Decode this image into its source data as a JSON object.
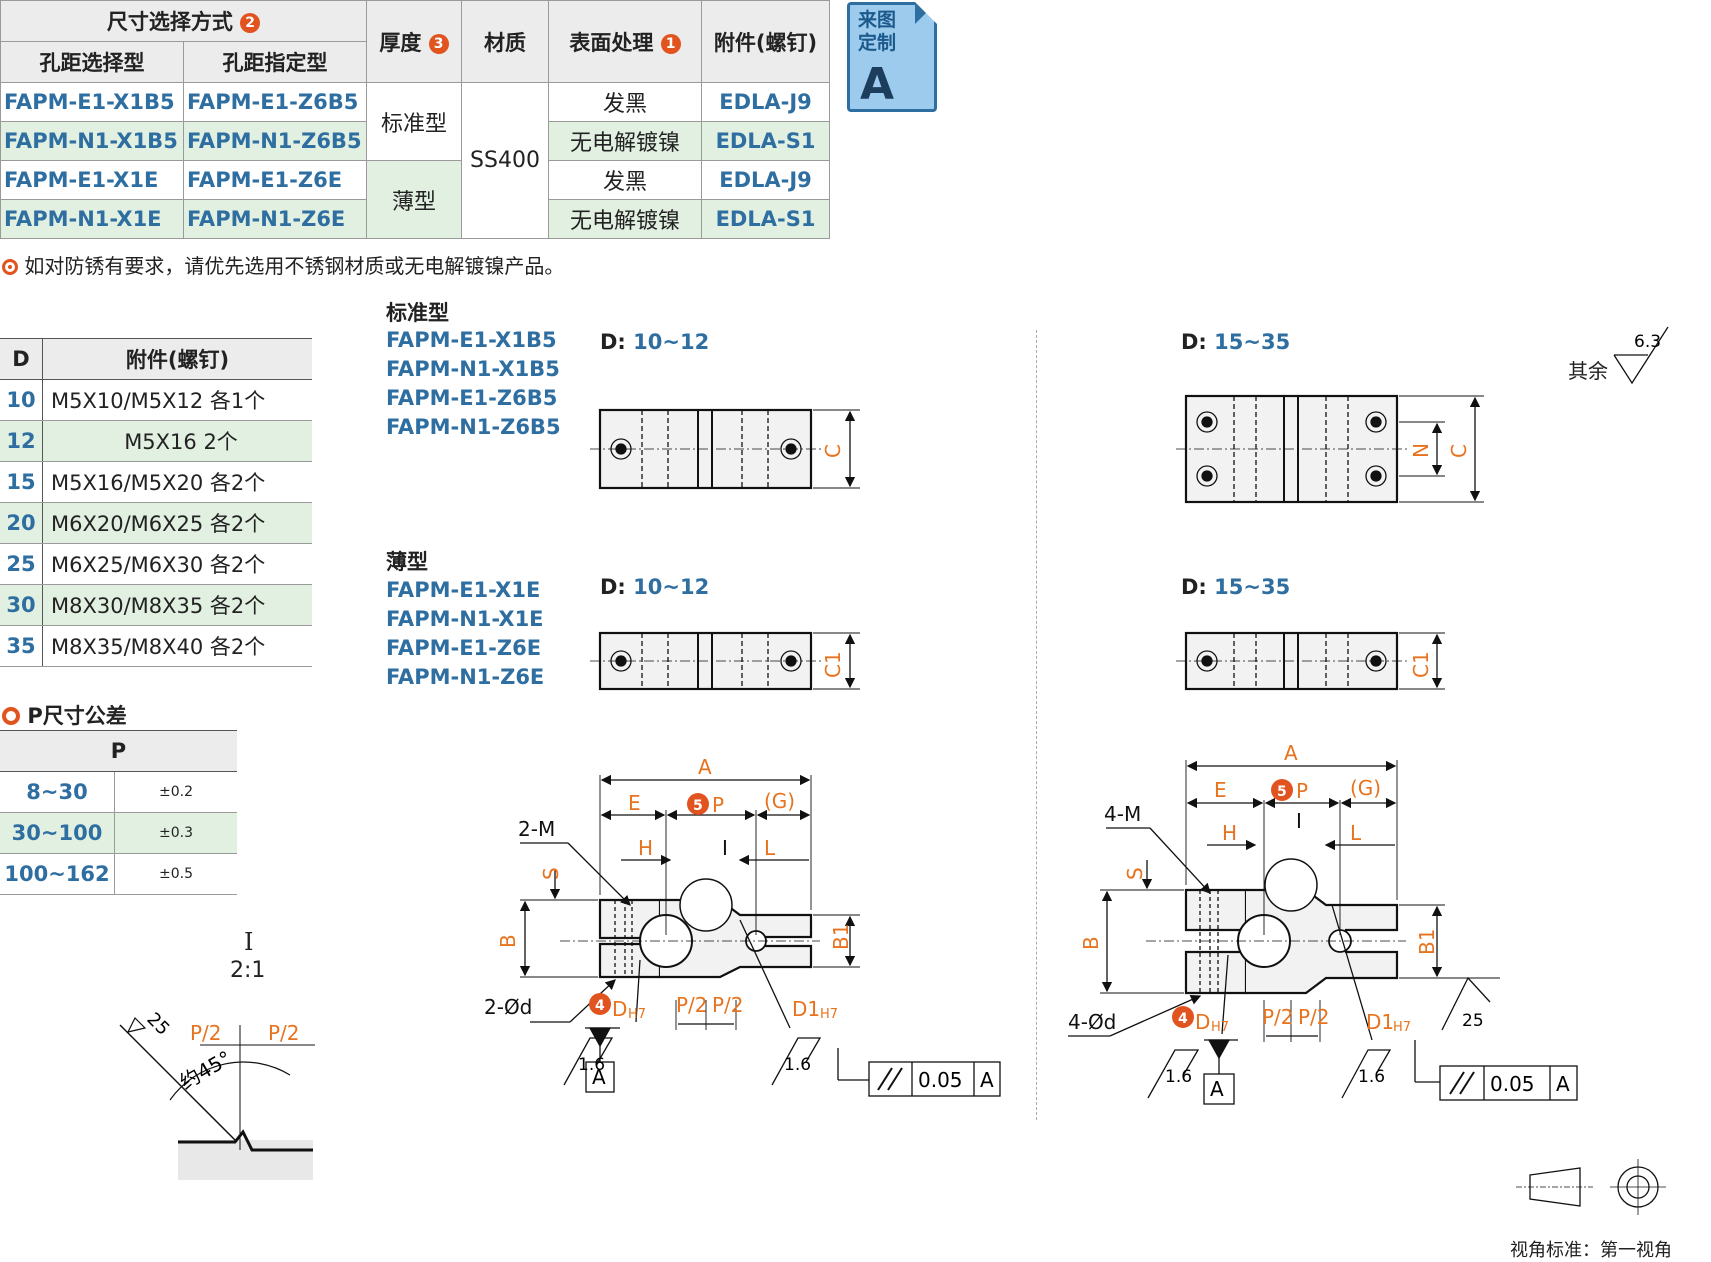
{
  "spec_table": {
    "header": {
      "size_method": "尺寸选择方式",
      "size_method_badge": "2",
      "hole_select": "孔距选择型",
      "hole_specify": "孔距指定型",
      "thickness": "厚度",
      "thickness_badge": "3",
      "material": "材质",
      "surface": "表面处理",
      "surface_badge": "1",
      "attachment": "附件(螺钉)"
    },
    "rows": [
      {
        "select": "FAPM-E1-X1B5",
        "specify": "FAPM-E1-Z6B5",
        "surface": "发黑",
        "attachment": "EDLA-J9"
      },
      {
        "select": "FAPM-N1-X1B5",
        "specify": "FAPM-N1-Z6B5",
        "surface": "无电解镀镍",
        "attachment": "EDLA-S1"
      },
      {
        "select": "FAPM-E1-X1E",
        "specify": "FAPM-E1-Z6E",
        "surface": "发黑",
        "attachment": "EDLA-J9"
      },
      {
        "select": "FAPM-N1-X1E",
        "specify": "FAPM-N1-Z6E",
        "surface": "无电解镀镍",
        "attachment": "EDLA-S1"
      }
    ],
    "thickness_standard": "标准型",
    "thickness_thin": "薄型",
    "material_value": "SS400"
  },
  "custom_badge": {
    "line1": "来图",
    "line2": "定制",
    "letter": "A"
  },
  "rust_note": "如对防锈有要求，请优先选用不锈钢材质或无电解镀镍产品。",
  "screw_table": {
    "col_d": "D",
    "col_att": "附件(螺钉)",
    "rows": [
      {
        "d": "10",
        "v": "M5X10/M5X12   各1个"
      },
      {
        "d": "12",
        "v": "M5X16   2个"
      },
      {
        "d": "15",
        "v": "M5X16/M5X20   各2个"
      },
      {
        "d": "20",
        "v": "M6X20/M6X25   各2个"
      },
      {
        "d": "25",
        "v": "M6X25/M6X30   各2个"
      },
      {
        "d": "30",
        "v": "M8X30/M8X35   各2个"
      },
      {
        "d": "35",
        "v": "M8X35/M8X40   各2个"
      }
    ]
  },
  "tolerance": {
    "title": "P尺寸公差",
    "header": "P",
    "rows": [
      {
        "range": "8~30",
        "tol": "±0.2"
      },
      {
        "range": "30~100",
        "tol": "±0.3"
      },
      {
        "range": "100~162",
        "tol": "±0.5"
      }
    ]
  },
  "detail": {
    "mark": "I",
    "scale": "2:1",
    "roughness": "25",
    "p_half": "P/2",
    "angle": "约45°"
  },
  "standard": {
    "title": "标准型",
    "codes": [
      "FAPM-E1-X1B5",
      "FAPM-N1-X1B5",
      "FAPM-E1-Z6B5",
      "FAPM-N1-Z6B5"
    ],
    "d_small_label": "D:",
    "d_small_range": "10~12",
    "d_large_label": "D:",
    "d_large_range": "15~35"
  },
  "thin": {
    "title": "薄型",
    "codes": [
      "FAPM-E1-X1E",
      "FAPM-N1-X1E",
      "FAPM-E1-Z6E",
      "FAPM-N1-Z6E"
    ],
    "d_small_label": "D:",
    "d_small_range": "10~12",
    "d_large_label": "D:",
    "d_large_range": "15~35"
  },
  "roughness_other": {
    "label": "其余",
    "value": "6.3"
  },
  "dims": {
    "A": "A",
    "E": "E",
    "P": "P",
    "G": "(G)",
    "H": "H",
    "L": "L",
    "I": "I",
    "S": "S",
    "B": "B",
    "B1": "B1",
    "C": "C",
    "C1": "C1",
    "N": "N",
    "M_small": "2-M",
    "d_small": "2-Ød",
    "M_large": "4-M",
    "d_large": "4-Ød",
    "D": "D",
    "H7": "H7",
    "D1": "D1",
    "half": "P/2",
    "rough": "1.6",
    "rough2": "25",
    "datum": "A",
    "parallel": "0.05",
    "badge4": "4",
    "badge5": "5"
  },
  "view_standard": "视角标准：第一视角",
  "colors": {
    "blue": "#2e6ea0",
    "orange": "#e8731e",
    "green": "#e2f0e2",
    "badge": "#e2541f"
  }
}
